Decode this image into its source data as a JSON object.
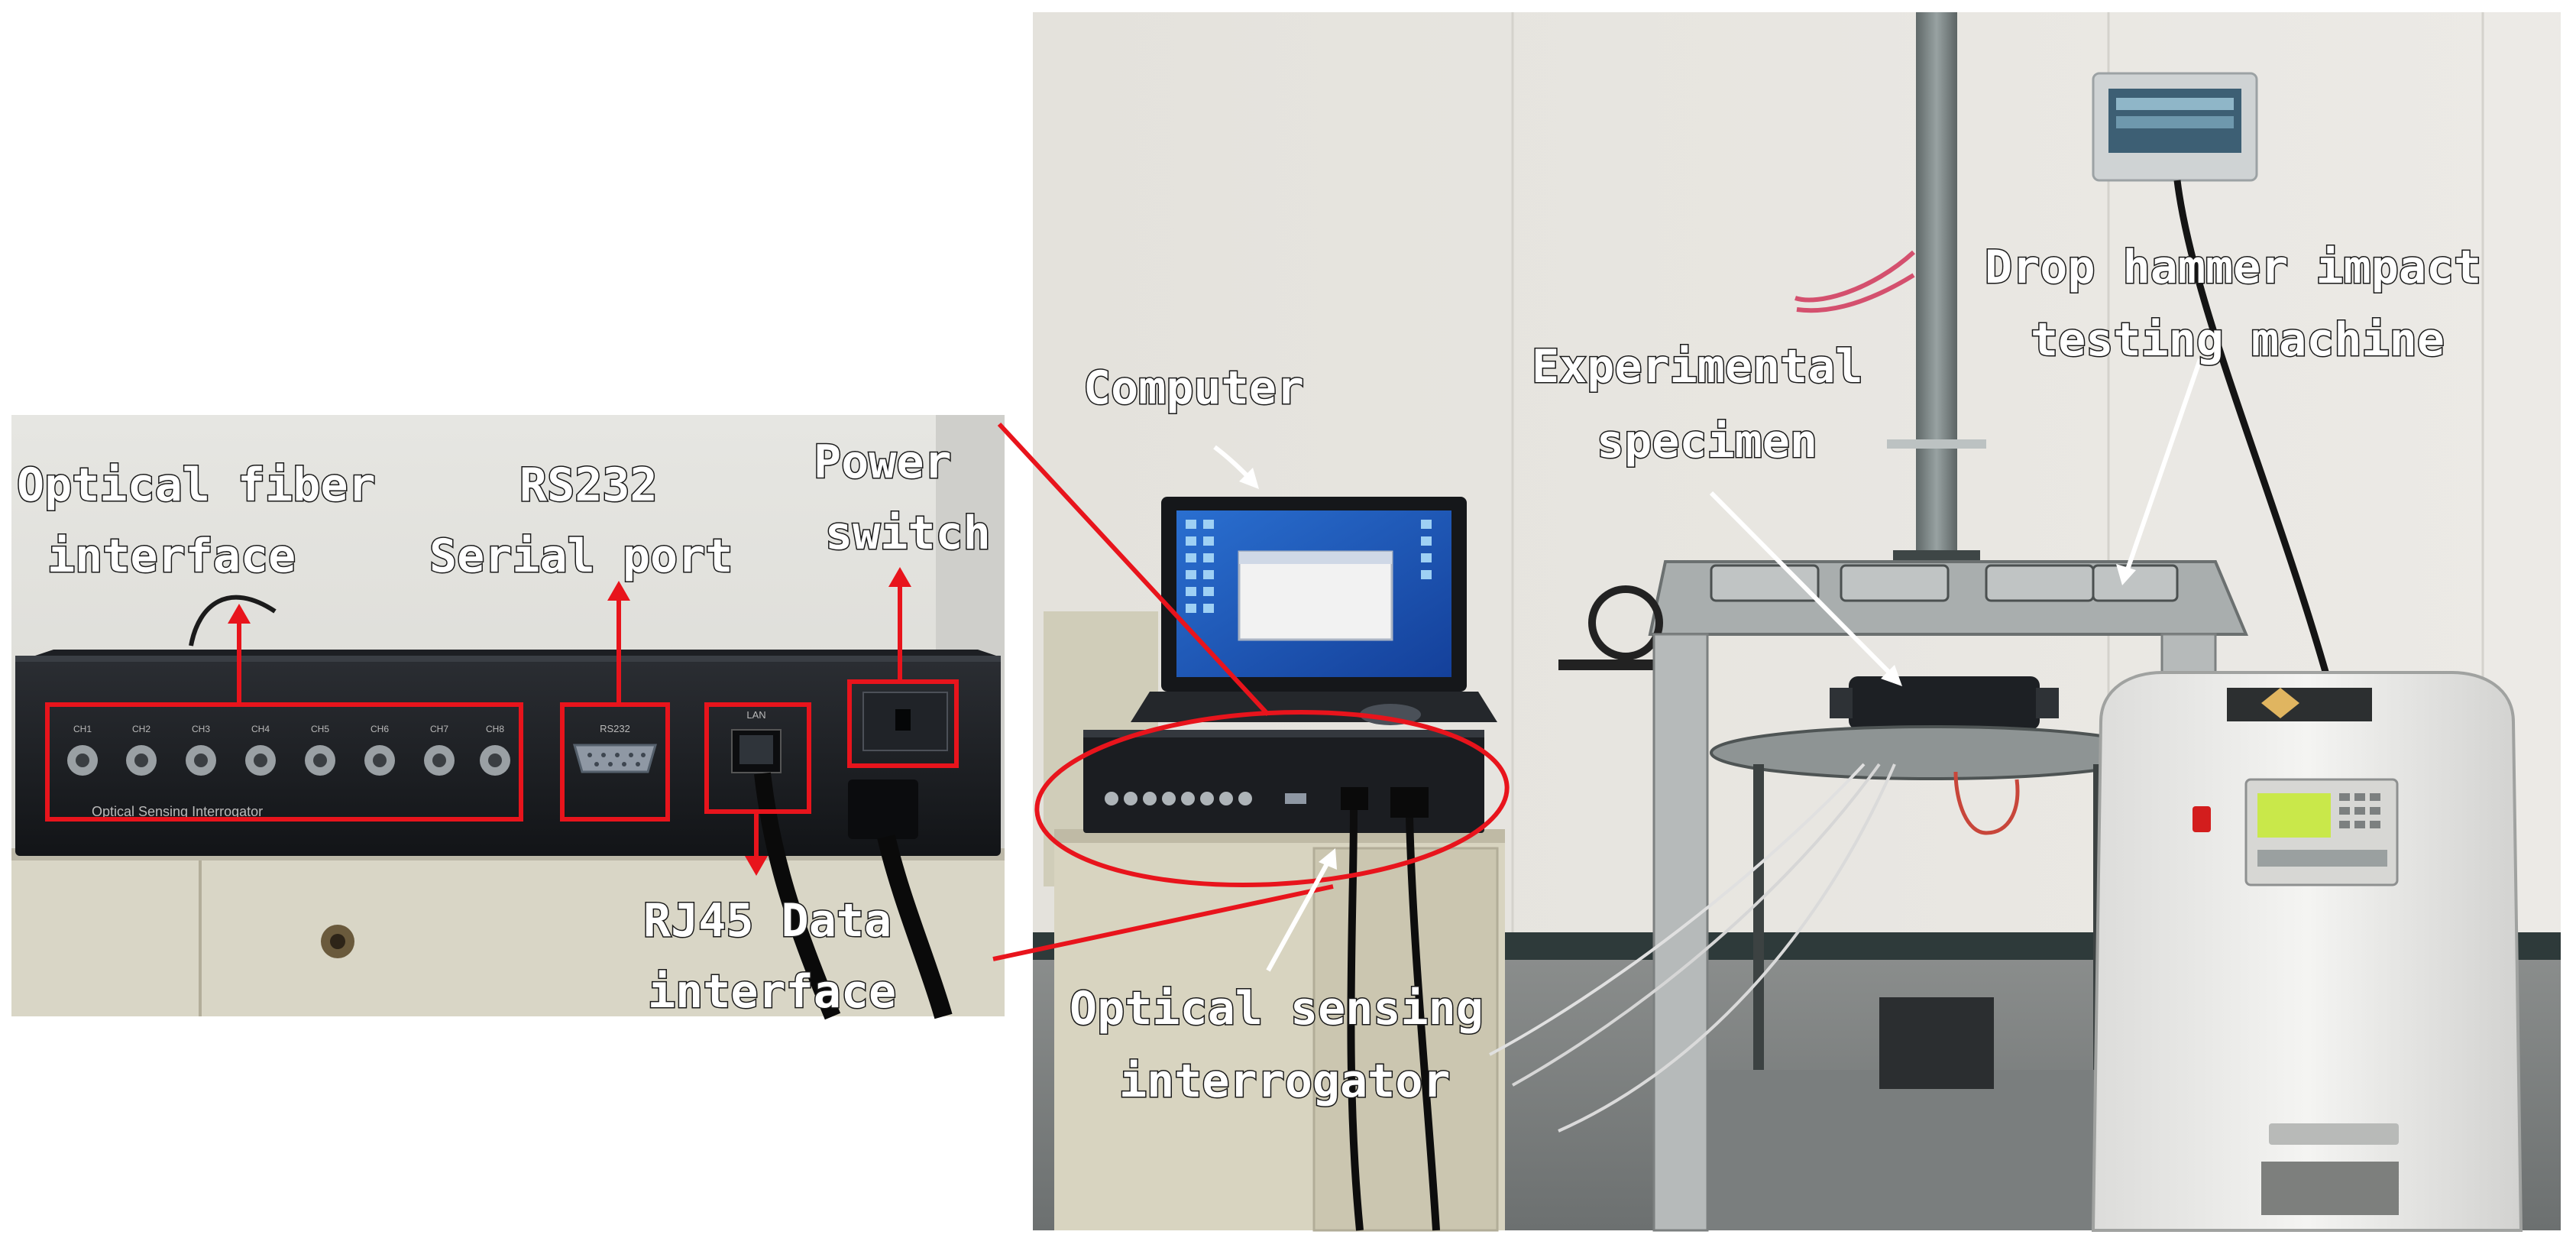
{
  "left_panel": {
    "device_name": "Optical Sensing Interrogator",
    "port_label_rs232": "RS232",
    "port_label_lan": "LAN",
    "channel_labels": [
      "CH1",
      "CH2",
      "CH3",
      "CH4",
      "CH5",
      "CH6",
      "CH7",
      "CH8"
    ]
  },
  "labels": {
    "fiber_line1": "Optical fiber",
    "fiber_line2": "interface",
    "rs232_line1": "RS232",
    "rs232_line2": "Serial port",
    "power_line1": "Power",
    "power_line2": "switch",
    "rj45_line1": "RJ45 Data",
    "rj45_line2": "interface",
    "computer": "Computer",
    "specimen_line1": "Experimental",
    "specimen_line2": "specimen",
    "hammer_line1": "Drop hammer impact",
    "hammer_line2": "testing machine",
    "interrogator_line1": "Optical sensing",
    "interrogator_line2": "interrogator"
  },
  "colors": {
    "annotation_red": "#e8141c",
    "label_fill": "#ffffff",
    "label_outline": "#1a1a1a",
    "lcd_green": "#c9e84a"
  }
}
